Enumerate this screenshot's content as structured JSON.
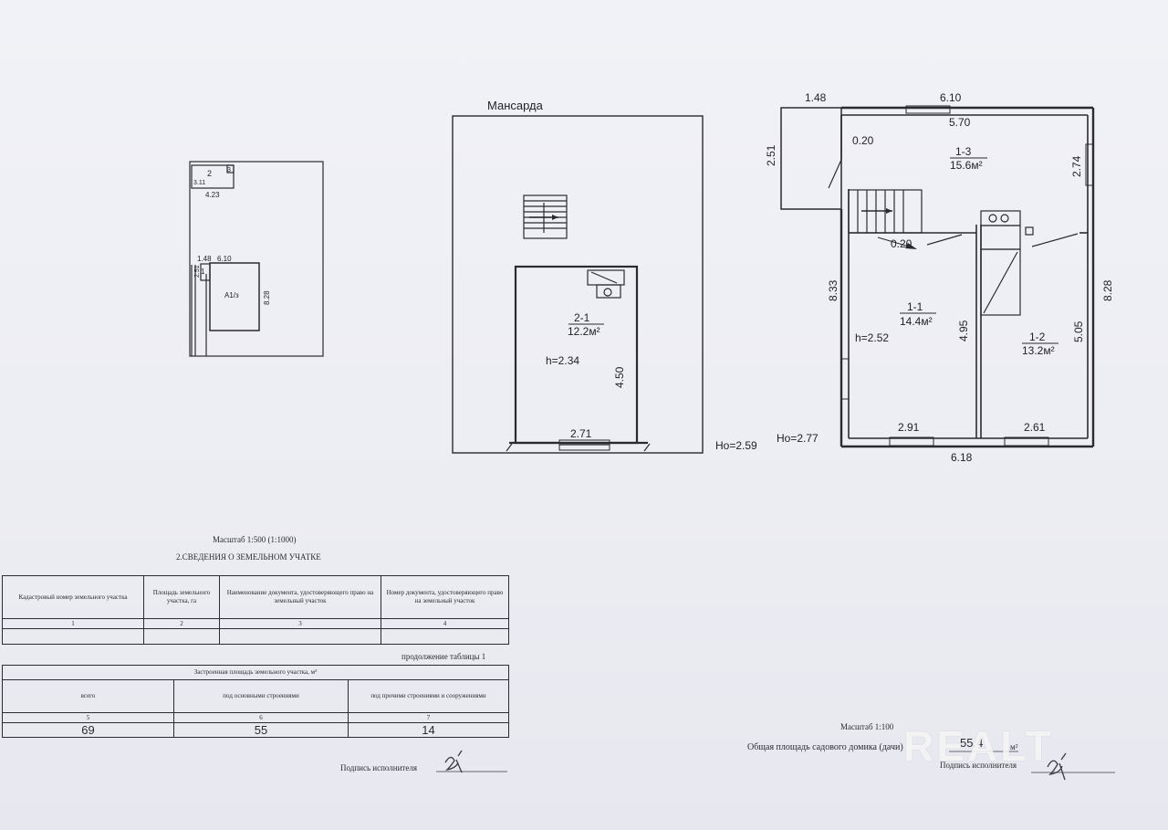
{
  "site_plan": {
    "room_tag": "2",
    "tag_3": "3",
    "dim_311": "3.11",
    "dim_423": "4.23",
    "dim_148": "1.48",
    "dim_610": "6.10",
    "dim_828": "8.28",
    "dim_251": "2.51",
    "tag_1": "1",
    "building_label": "А1/з"
  },
  "attic": {
    "title": "Мансарда",
    "room_id": "2-1",
    "room_area": "12.2м²",
    "height": "h=2.34",
    "dim_450": "4.50",
    "dim_271": "2.71",
    "floor_height": "Но=2.59"
  },
  "ground": {
    "dim_148": "1.48",
    "dim_610": "6.10",
    "dim_570": "5.70",
    "dim_251": "2.51",
    "dim_020_top": "0.20",
    "room_13_id": "1-3",
    "room_13_area": "15.6м²",
    "dim_274": "2.74",
    "dim_020_stair": "0.20",
    "dim_833": "8.33",
    "dim_828": "8.28",
    "room_11_id": "1-1",
    "room_11_area": "14.4м²",
    "height": "h=2.52",
    "dim_495": "4.95",
    "room_12_id": "1-2",
    "room_12_area": "13.2м²",
    "dim_505": "5.05",
    "dim_291": "2.91",
    "dim_261": "2.61",
    "dim_618": "6.18",
    "floor_height": "Но=2.77"
  },
  "land_info": {
    "scale": "Масштаб 1:500 (1:1000)",
    "section_title": "2.СВЕДЕНИЯ О ЗЕМЕЛЬНОМ УЧАТКЕ",
    "headers": [
      "Кадастровый номер земельного участка",
      "Площадь земельного участка, га",
      "Наименование документа, удостоверяющего право на земельный участок",
      "Номер документа, удостоверяющего право на земельный участок"
    ],
    "indexes": [
      "1",
      "2",
      "3",
      "4"
    ],
    "continuation": "продолжение таблицы 1"
  },
  "built_area": {
    "title": "Застроенная площадь земельного участка, м²",
    "headers": [
      "всего",
      "под основными строениями",
      "под прочими строениями и сооружениями"
    ],
    "indexes": [
      "5",
      "6",
      "7"
    ],
    "values": [
      "69",
      "55",
      "14"
    ]
  },
  "footer": {
    "signature_label_left": "Подпись исполнителя",
    "scale_right": "Масштаб 1:100",
    "total_area_label": "Общая площадь садового домика (дачи)",
    "total_area_value": "55.4",
    "total_area_unit": "м²",
    "signature_label_right": "Подпись исполнителя"
  },
  "watermark": "REALT",
  "colors": {
    "ink": "#1f1f25",
    "paper": "#eef0f6"
  }
}
